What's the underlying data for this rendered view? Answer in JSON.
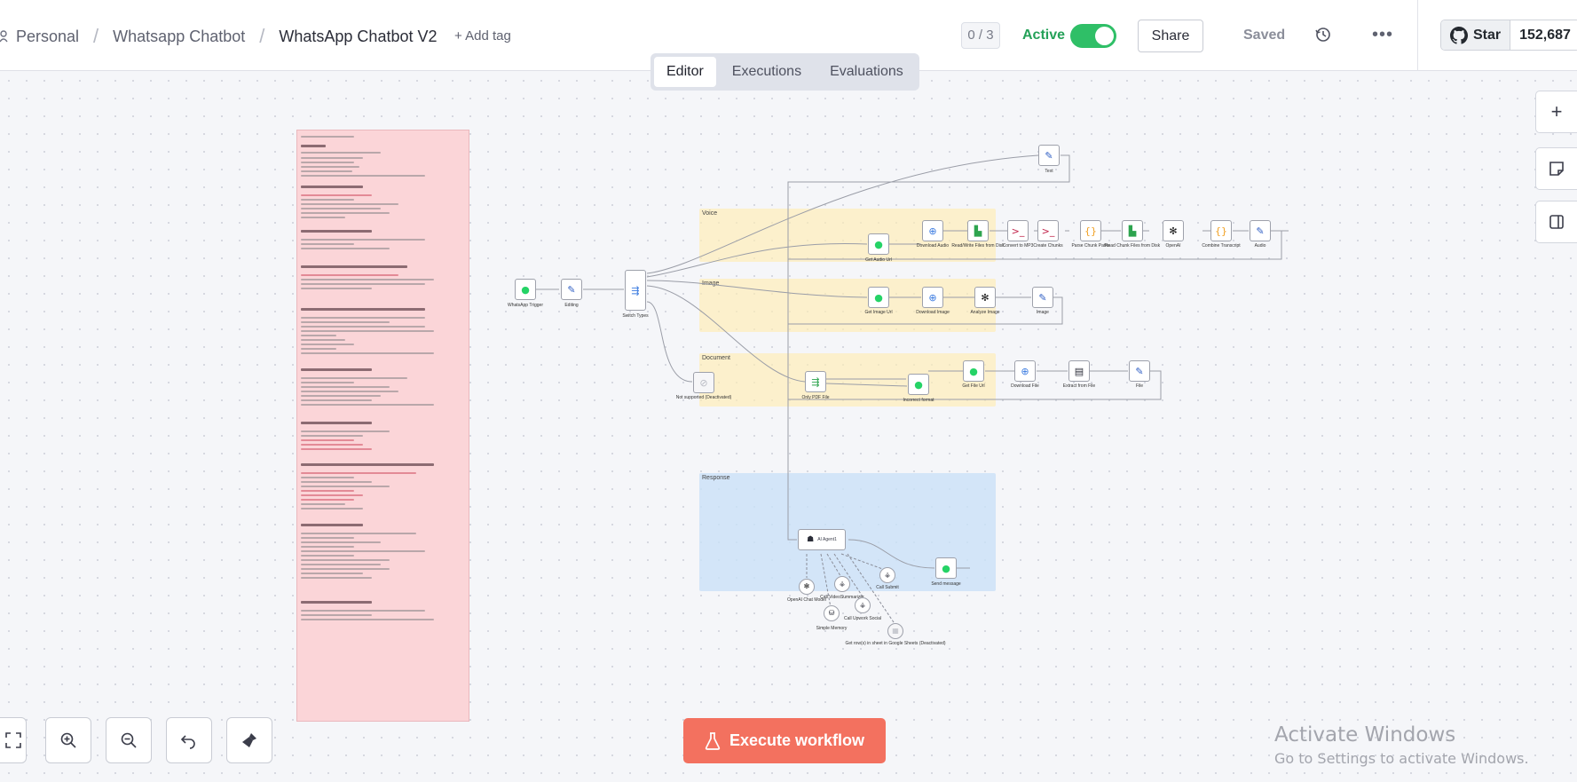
{
  "breadcrumb": {
    "project": "Personal",
    "folder": "Whatsapp Chatbot",
    "workflow": "WhatsApp Chatbot V2",
    "add_tag": "+ Add tag"
  },
  "header": {
    "counter": "0 / 3",
    "active_label": "Active",
    "active": true,
    "share_label": "Share",
    "saved_label": "Saved",
    "github_star": "Star",
    "github_count": "152,687"
  },
  "tabs": [
    "Editor",
    "Executions",
    "Evaluations"
  ],
  "active_tab": "Editor",
  "groups": {
    "voice": "Voice",
    "image": "Image",
    "document": "Document",
    "response": "Response"
  },
  "nodes": {
    "trigger": "WhatsApp Trigger",
    "editing": "Editing",
    "switch": "Switch Types",
    "text": "Text",
    "get_audio_url": "Get Audio Url",
    "download_audio": "Download Audio",
    "read_write_files": "Read/Write Files from Disk",
    "convert_mp3": "Convert to MP3",
    "create_chunks": "Create Chunks",
    "parse_chunk_paths": "Parse Chunk Paths",
    "read_chunk_files": "Read Chunk Files from Disk",
    "openai": "OpenAI",
    "combine_transcript": "Combine Transcript",
    "audio": "Audio",
    "get_image_url": "Get Image Url",
    "download_image": "Download Image",
    "analyze_image": "Analyze Image",
    "image": "Image",
    "not_supported": "Not supported (Deactivated)",
    "only_pdf": "Only PDF File",
    "incorrect_format": "Incorrect format",
    "get_file_url": "Get File Url",
    "download_file": "Download File",
    "extract_from_file": "Extract from File",
    "file": "File",
    "ai_agent": "AI Agent1",
    "send_message": "Send message",
    "openai_chat_model": "OpenAI Chat Model",
    "simple_memory": "Simple Memory",
    "call_summarizer": "Call VideoSummarizer",
    "call_upwork_social": "Call Upwork Social",
    "call_submit": "Call Submit",
    "get_row_sheet": "Get row(s) in sheet in Google Sheets (Deactivated)"
  },
  "execute_button": "Execute workflow",
  "watermark": {
    "line1": "Activate Windows",
    "line2": "Go to Settings to activate Windows."
  },
  "colors": {
    "accent_green": "#2fbf67",
    "execute_red": "#f3715f",
    "sticky_pink": "#fbd5d8",
    "group_yellow": "#ffecb4",
    "group_blue": "#cbe1f8"
  }
}
